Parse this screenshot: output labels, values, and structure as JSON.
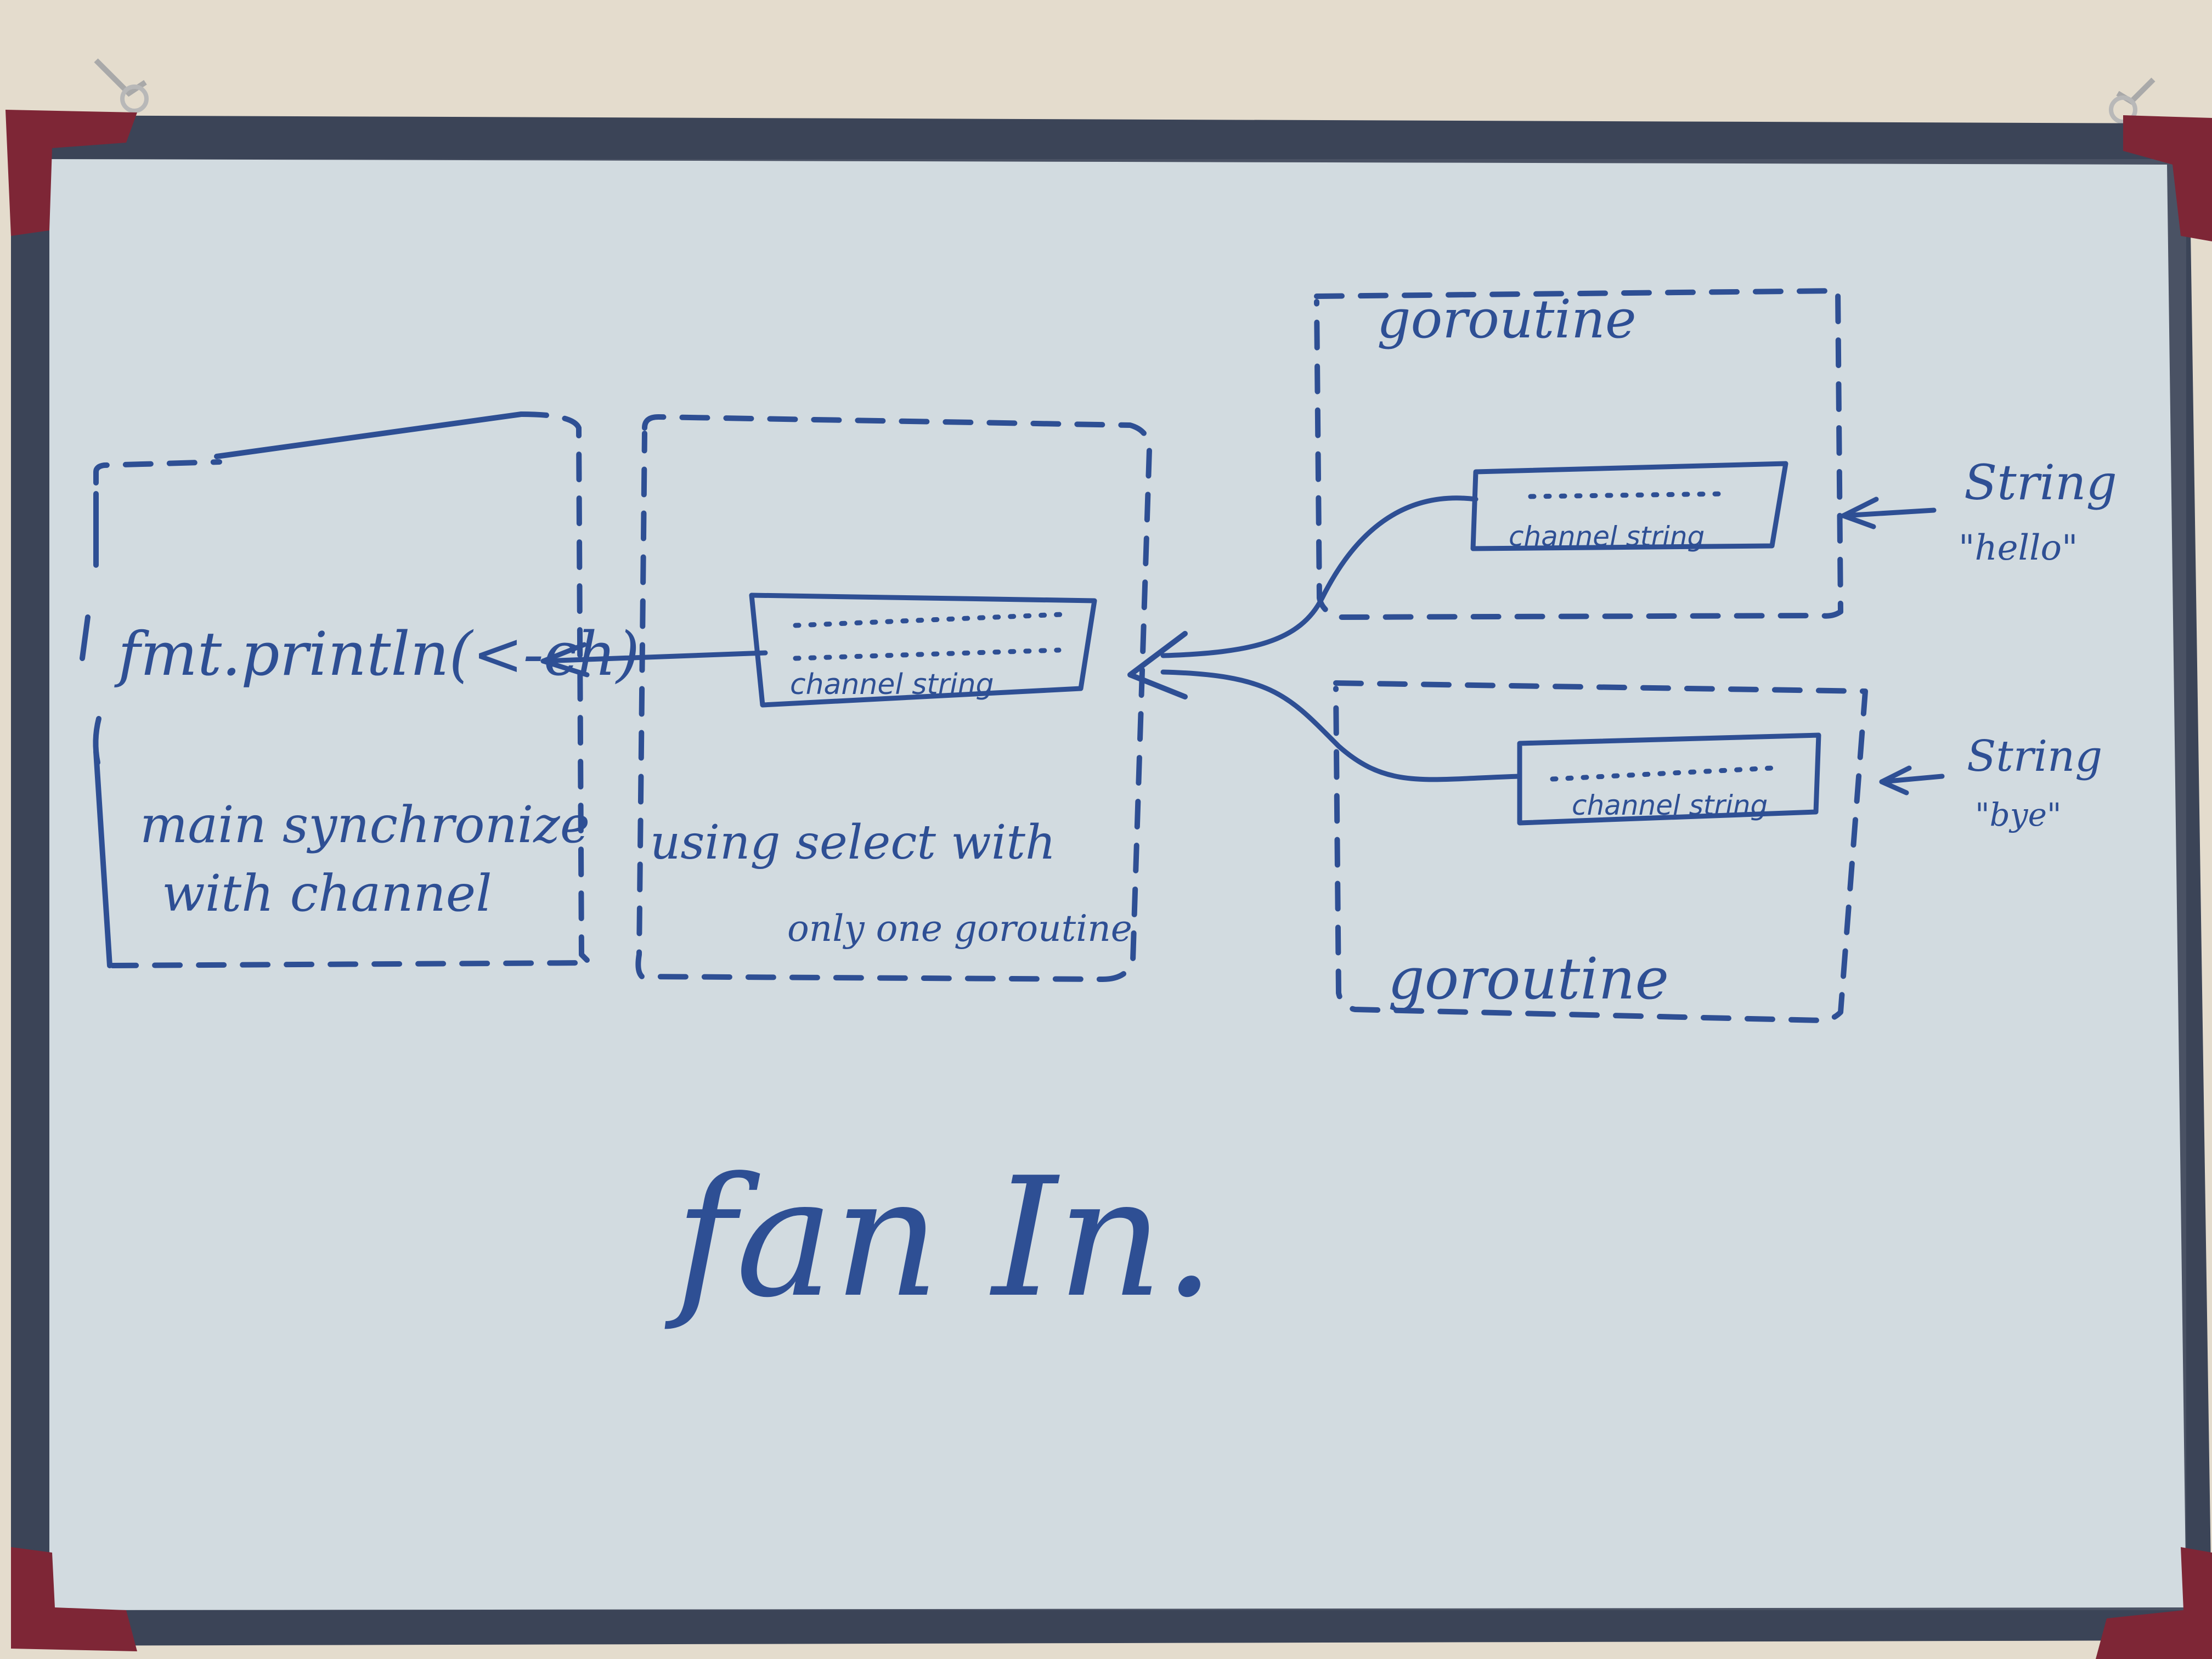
{
  "diagram": {
    "colors": {
      "wall": "#e4dccd",
      "frame": "#3b4457",
      "corner": "#7e2636",
      "board": "#cfd8de",
      "ink": "#2e4f94"
    },
    "main_box": {
      "code": "fmt.println(<-ch)",
      "caption_line1": "main synchronize",
      "caption_line2": "with channel"
    },
    "select_box": {
      "channel_label": "channel string",
      "caption_line1": "using select with",
      "caption_line2": "only one goroutine"
    },
    "goroutine_top": {
      "title": "goroutine",
      "channel_label": "channel string",
      "input_type": "String",
      "input_value": "\"hello\""
    },
    "goroutine_bottom": {
      "title": "goroutine",
      "channel_label": "channel string",
      "input_type": "String",
      "input_value": "\"bye\""
    },
    "title": "fan In."
  }
}
